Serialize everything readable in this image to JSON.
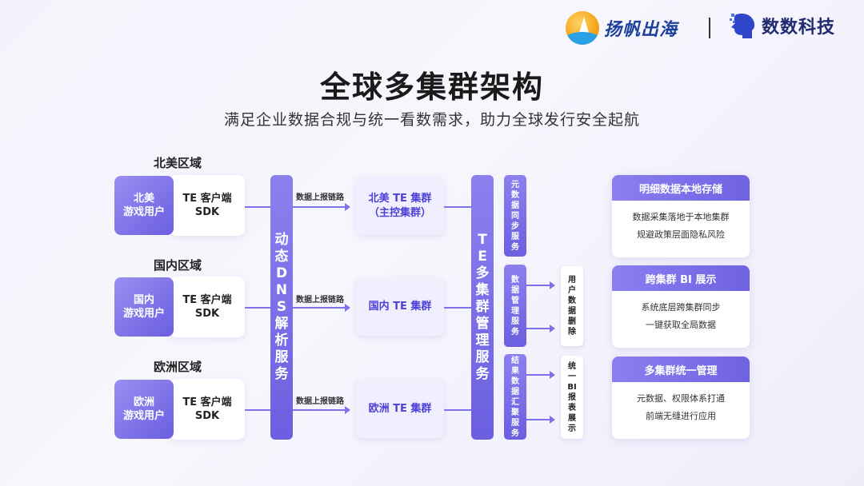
{
  "header": {
    "logo1_text": "扬帆出海",
    "logo2_text": "数数科技",
    "title": "全球多集群架构",
    "subtitle": "满足企业数据合规与统一看数需求，助力全球发行安全起航"
  },
  "regions": [
    {
      "label": "北美区域",
      "user": "北美\n游戏用户",
      "sdk": "TE 客户端\nSDK",
      "link": "数据上报链路",
      "cluster": "北美 TE 集群\n（主控集群）"
    },
    {
      "label": "国内区域",
      "user": "国内\n游戏用户",
      "sdk": "TE 客户端\nSDK",
      "link": "数据上报链路",
      "cluster": "国内 TE 集群"
    },
    {
      "label": "欧洲区域",
      "user": "欧洲\n游戏用户",
      "sdk": "TE 客户端\nSDK",
      "link": "数据上报链路",
      "cluster": "欧洲 TE 集群"
    }
  ],
  "dns_bar": [
    "动",
    "态",
    "D",
    "N",
    "S",
    "解",
    "析",
    "服",
    "务"
  ],
  "te_bar": [
    "T",
    "E",
    "多",
    "集",
    "群",
    "管",
    "理",
    "服",
    "务"
  ],
  "services": [
    [
      "元",
      "数",
      "据",
      "同",
      "步",
      "服",
      "务"
    ],
    [
      "数",
      "据",
      "管",
      "理",
      "服",
      "务"
    ],
    [
      "结",
      "果",
      "数",
      "据",
      "汇",
      "聚",
      "服",
      "务"
    ]
  ],
  "outputs": [
    [
      "用",
      "户",
      "数",
      "据",
      "删",
      "除"
    ],
    [
      "统",
      "一",
      "BI",
      "报",
      "表",
      "展",
      "示"
    ]
  ],
  "cards": [
    {
      "title": "明细数据本地存储",
      "lines": [
        "数据采集落地于本地集群",
        "规避政策层面隐私风险"
      ]
    },
    {
      "title": "跨集群 BI 展示",
      "lines": [
        "系统底层跨集群同步",
        "一键获取全局数据"
      ]
    },
    {
      "title": "多集群统一管理",
      "lines": [
        "元数据、权限体系打通",
        "前端无缝进行应用"
      ]
    }
  ],
  "colors": {
    "accent": "#6c5fe0",
    "accent_light": "#9a8ff2",
    "cluster_text": "#4d40d8"
  }
}
